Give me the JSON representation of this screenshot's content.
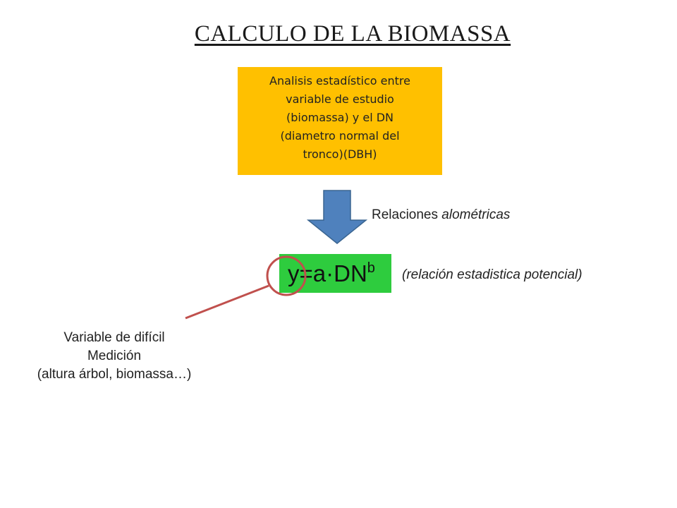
{
  "title": "CALCULO  DE LA BIOMASSA",
  "box": {
    "line1": "Analisis estadístico entre",
    "line2": "variable de estudio",
    "line3": "(biomassa) y el DN",
    "line4": "(diametro normal del",
    "line5": "tronco)(DBH)",
    "color": "#ffc000"
  },
  "arrow": {
    "icon": "down-arrow-icon",
    "color": "#4f81bd"
  },
  "relations": {
    "prefix": "Relaciones ",
    "emphasis": "alométricas"
  },
  "formula": {
    "base": "y=a·DN",
    "exponent": "b",
    "color": "#2ecc3e"
  },
  "formula_note": "(relación estadistica potencial)",
  "callout": {
    "line1": "Variable de difícil",
    "line2": "Medición",
    "line3": "(altura árbol, biomassa…)",
    "color": "#c0504d"
  }
}
